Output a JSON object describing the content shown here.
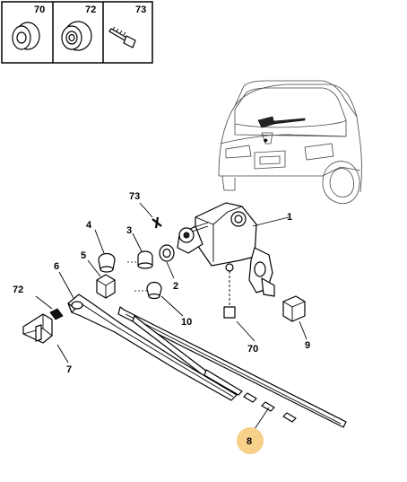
{
  "legend": [
    {
      "number": "70",
      "icon": "grommet"
    },
    {
      "number": "72",
      "icon": "grommet-seal"
    },
    {
      "number": "73",
      "icon": "bolt"
    }
  ],
  "callouts": {
    "c1": "1",
    "c2": "2",
    "c3": "3",
    "c4": "4",
    "c5": "5",
    "c6": "6",
    "c7": "7",
    "c8": "8",
    "c9": "9",
    "c10": "10",
    "c70": "70",
    "c72": "72",
    "c73": "73"
  },
  "colors": {
    "highlight": "#f7d08a",
    "line": "#000000",
    "background": "#ffffff"
  }
}
